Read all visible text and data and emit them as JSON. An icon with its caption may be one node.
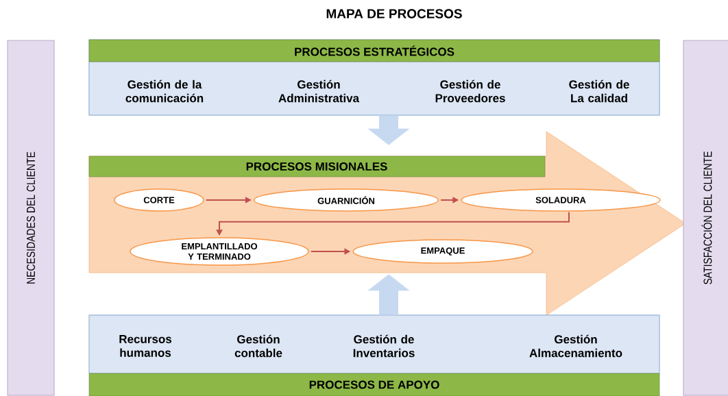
{
  "diagram": {
    "title": "MAPA DE PROCESOS",
    "nodes": [
      {
        "text": [
          "NECESIDADES DEL CLIENTE"
        ]
      },
      {
        "text": [
          "PROCESOS ESTRATÉGICOS"
        ]
      },
      {
        "text": [
          "Gestión de la comunicación"
        ],
        "in": 1
      },
      {
        "text": [
          "Gestión Administrativa"
        ],
        "in": 1
      },
      {
        "text": [
          "Gestión de Proveedores"
        ],
        "in": 1
      },
      {
        "text": [
          "Gestión de La calidad"
        ],
        "in": 1
      },
      {
        "text": [
          "PROCESOS MISIONALES"
        ]
      },
      {
        "text": [
          "CORTE"
        ],
        "in": 6
      },
      {
        "text": [
          "GUARNICIÓN"
        ],
        "in": 6
      },
      {
        "text": [
          "SOLADURA"
        ],
        "in": 6
      },
      {
        "text": [
          "EMPLANTILLADO Y TERMINADO"
        ],
        "in": 6
      },
      {
        "text": [
          "EMPAQUE"
        ],
        "in": 6
      },
      {
        "text": [
          "PROCESOS DE APOYO"
        ]
      },
      {
        "text": [
          "Recursos humanos"
        ],
        "in": 12
      },
      {
        "text": [
          "Gestión contable"
        ],
        "in": 12
      },
      {
        "text": [
          "Gestión de Inventarios"
        ],
        "in": 12
      },
      {
        "text": [
          "Gestión Almacenamiento"
        ],
        "in": 12
      },
      {
        "text": [
          "SATISFACCIÓN DEL CLIENTE"
        ]
      }
    ],
    "edges": [
      {
        "from": 1,
        "to": 6,
        "arrow": "to",
        "style": "thick",
        "color": "#c6d9f1"
      },
      {
        "from": 12,
        "to": 6,
        "arrow": "to",
        "style": "thick",
        "color": "#c6d9f1"
      },
      {
        "from": 7,
        "to": 8,
        "arrow": "to"
      },
      {
        "from": 8,
        "to": 9,
        "arrow": "to"
      },
      {
        "from": 9,
        "to": 10,
        "arrow": "to"
      },
      {
        "from": 10,
        "to": 11,
        "arrow": "to"
      }
    ]
  }
}
